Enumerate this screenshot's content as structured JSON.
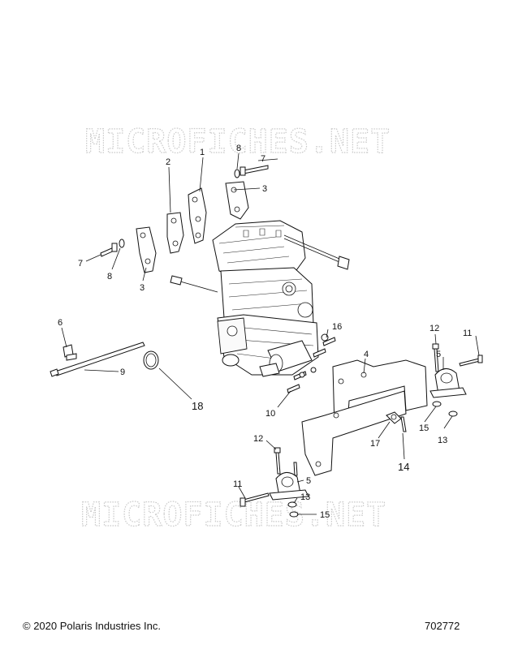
{
  "watermark": "MICROFICHES.NET",
  "callouts": {
    "c1": "1",
    "c2": "2",
    "c3a": "3",
    "c3b": "3",
    "c4": "4",
    "c5a": "5",
    "c5b": "5",
    "c6": "6",
    "c7a": "7",
    "c7b": "7",
    "c8a": "8",
    "c8b": "8",
    "c9": "9",
    "c10": "10",
    "c11a": "11",
    "c11b": "11",
    "c12a": "12",
    "c12b": "12",
    "c13a": "13",
    "c13b": "13",
    "c14": "14",
    "c15a": "15",
    "c15b": "15",
    "c16": "16",
    "c17": "17",
    "c18": "18"
  },
  "footer": {
    "copyright": "© 2020 Polaris Industries Inc.",
    "diagram_code": "702772"
  }
}
